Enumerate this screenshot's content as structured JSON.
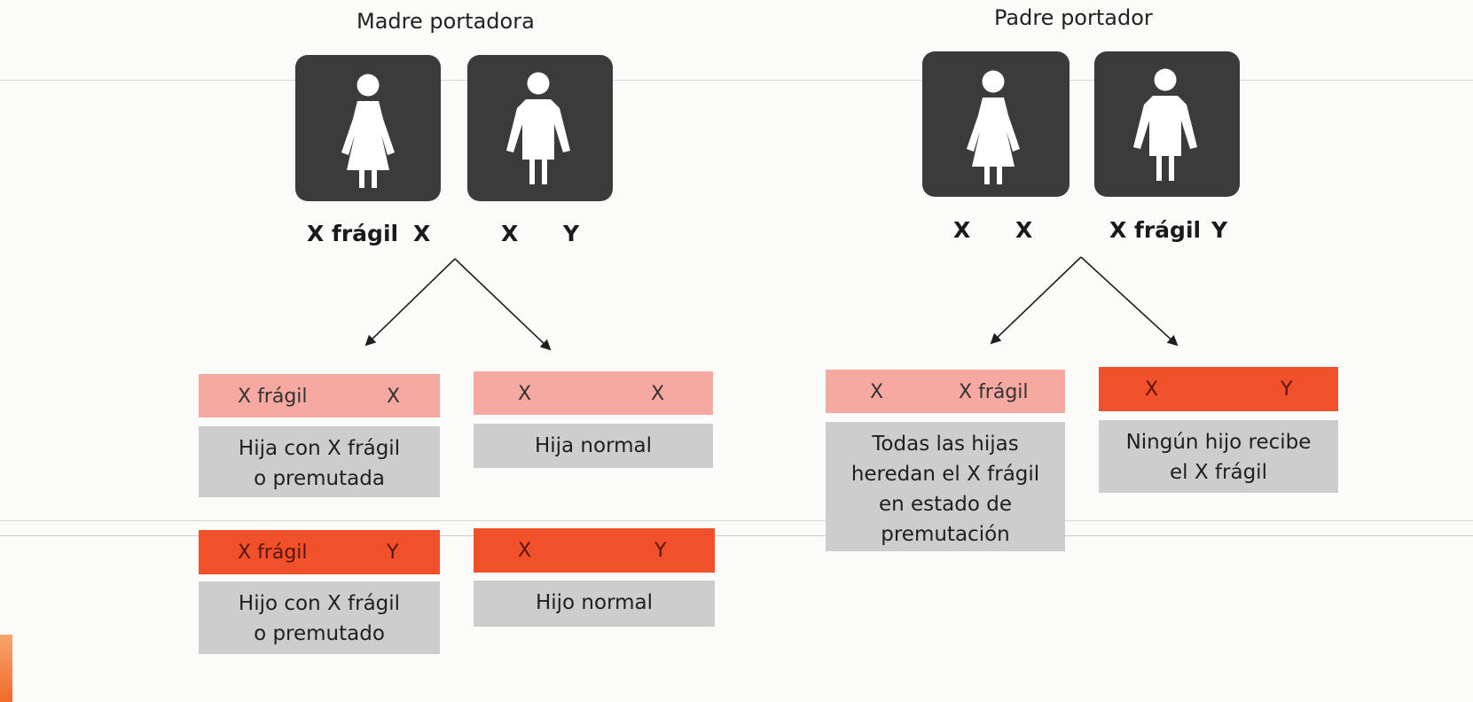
{
  "colors": {
    "tile": "#3b3b3b",
    "female_genotype_bar": "#f6a9a0",
    "male_genotype_bar": "#f0502a",
    "description_box": "#cdcdcd"
  },
  "left_panel": {
    "title": "Madre portadora",
    "mother": {
      "icon": "female-figure-icon",
      "alleles": [
        "X frágil",
        "X"
      ]
    },
    "father": {
      "icon": "male-figure-icon",
      "alleles": [
        "X",
        "Y"
      ]
    },
    "offspring": [
      {
        "genotype": [
          "X frágil",
          "X"
        ],
        "description": "Hija con X frágil\no premutada"
      },
      {
        "genotype": [
          "X",
          "X"
        ],
        "description": "Hija normal"
      },
      {
        "genotype": [
          "X frágil",
          "Y"
        ],
        "description": "Hijo con X frágil\no premutado"
      },
      {
        "genotype": [
          "X",
          "Y"
        ],
        "description": "Hijo normal"
      }
    ]
  },
  "right_panel": {
    "title": "Padre portador",
    "mother": {
      "icon": "female-figure-icon",
      "alleles": [
        "X",
        "X"
      ]
    },
    "father": {
      "icon": "male-figure-icon",
      "alleles": [
        "X frágil",
        "Y"
      ]
    },
    "offspring": [
      {
        "genotype": [
          "X",
          "X frágil"
        ],
        "description": "Todas las hijas\nheredan el X frágil\nen estado de\npremutación"
      },
      {
        "genotype": [
          "X",
          "Y"
        ],
        "description": "Ningún hijo recibe\nel X frágil"
      }
    ]
  }
}
